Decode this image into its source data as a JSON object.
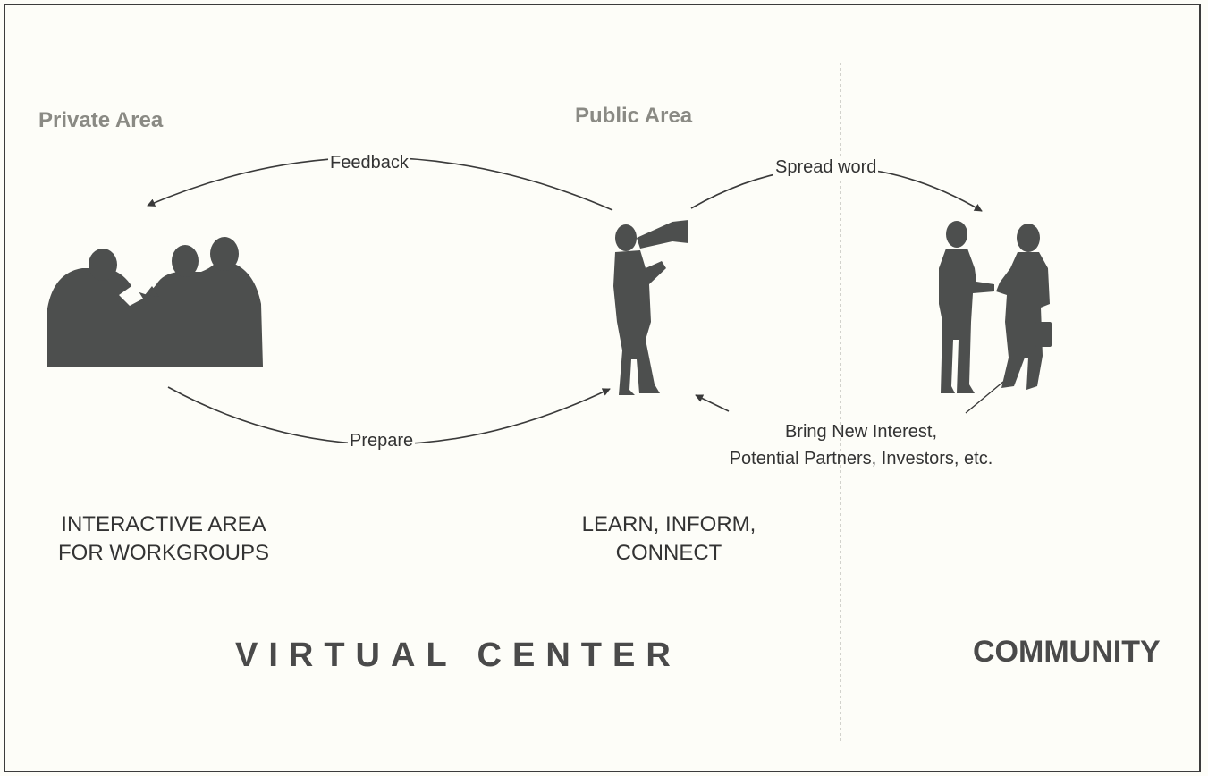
{
  "areas": {
    "private_title": "Private Area",
    "public_title": "Public Area"
  },
  "flows": {
    "feedback": "Feedback",
    "prepare": "Prepare",
    "spread_word": "Spread word",
    "bring_line1": "Bring New Interest,",
    "bring_line2": "Potential Partners, Investors, etc."
  },
  "captions": {
    "private_line1": "INTERACTIVE AREA",
    "private_line2": "FOR WORKGROUPS",
    "public_line1": "LEARN, INFORM,",
    "public_line2": "CONNECT"
  },
  "sections": {
    "virtual_center": "VIRTUAL CENTER",
    "community": "COMMUNITY"
  },
  "colors": {
    "silhouette": "#4d4f4e",
    "area_title": "#8a8a84",
    "text": "#333333",
    "background": "#fdfdf8"
  },
  "icons": [
    "workgroup-silhouette-icon",
    "megaphone-person-icon",
    "handshake-people-icon"
  ]
}
